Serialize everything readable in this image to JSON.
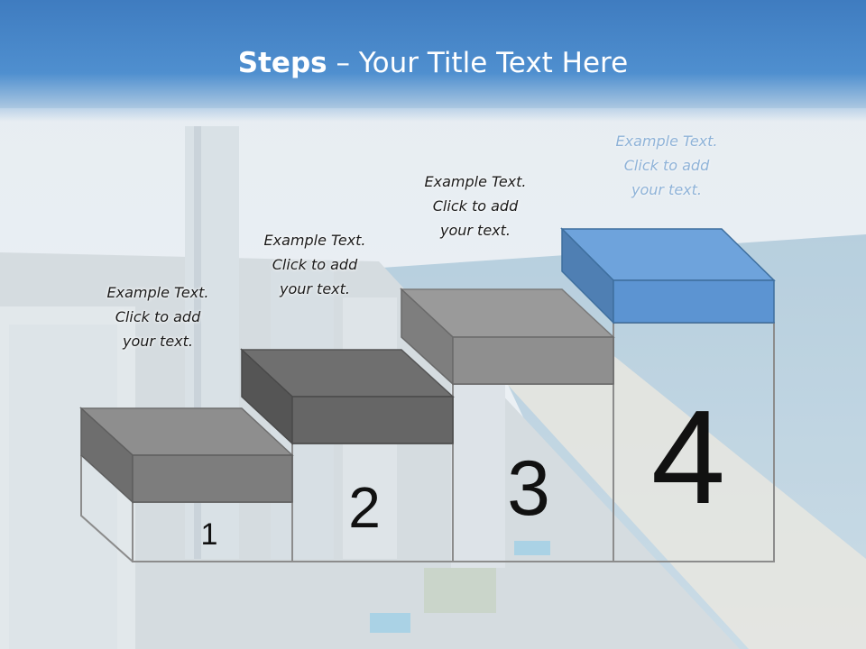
{
  "slide": {
    "title_bold": "Steps",
    "title_rest": " – Your Title Text Here"
  },
  "steps": [
    {
      "number": "1",
      "caption": [
        "Example Text.",
        "Click  to add",
        "your text."
      ]
    },
    {
      "number": "2",
      "caption": [
        "Example Text.",
        "Click  to add",
        "your text."
      ]
    },
    {
      "number": "3",
      "caption": [
        "Example Text.",
        "Click  to add",
        "your text."
      ]
    },
    {
      "number": "4",
      "caption": [
        "Example Text.",
        "Click  to add",
        "your text."
      ]
    }
  ],
  "colors": {
    "title_band": "#4a86c8",
    "block_gray_top": "#8a8a8a",
    "block_gray_front": "#7b7b7b",
    "block_blue_top": "#6a9fd8",
    "block_blue_front": "#5b93d3",
    "outline": "#8c8c8c"
  }
}
